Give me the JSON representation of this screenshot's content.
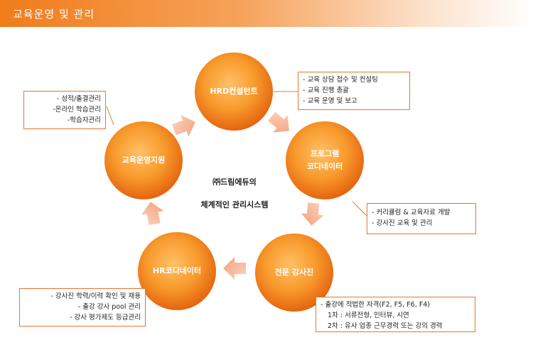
{
  "header": {
    "title": "교육운영 및 관리"
  },
  "center": {
    "line1": "㈜드림에듀의",
    "line2": "체계적인 관리시스템"
  },
  "nodes": {
    "hrd": "HRD컨설턴트",
    "program_line1": "프로그램",
    "program_line2": "코디네이터",
    "expert": "전문 강사진",
    "hr": "HR코디네이터",
    "support": "교육운영지원"
  },
  "boxes": {
    "hrd": [
      "- 교육 상담 접수 및 컨설팅",
      "- 교육 진행 총괄",
      "- 교육 운영 및 보고"
    ],
    "program": [
      "- 커리큘럼 & 교육자료 개발",
      "- 강사진 교육 및 관리"
    ],
    "expert": [
      "- 출강에 적법한 자격(F2, F5, F6, F4)",
      "1차 : 서류전형, 인터뷰, 시연",
      "2차 : 유사 업종 근무경력 또는 강의 경력"
    ],
    "hr": [
      "- 강사진 학력/이력 확인 및 채용",
      "- 출강 강사 pool 관리",
      "- 강사 평가제도 등급관리"
    ],
    "support": [
      "- 성적/출결관리",
      "-온라인 학습관리",
      "-학습자관리"
    ]
  },
  "colors": {
    "accent": "#f07c1a",
    "node_outer": "#e8731c",
    "node_inner": "#ffb347",
    "arrow": "#f6b89a",
    "box_border": "#e8762c"
  }
}
